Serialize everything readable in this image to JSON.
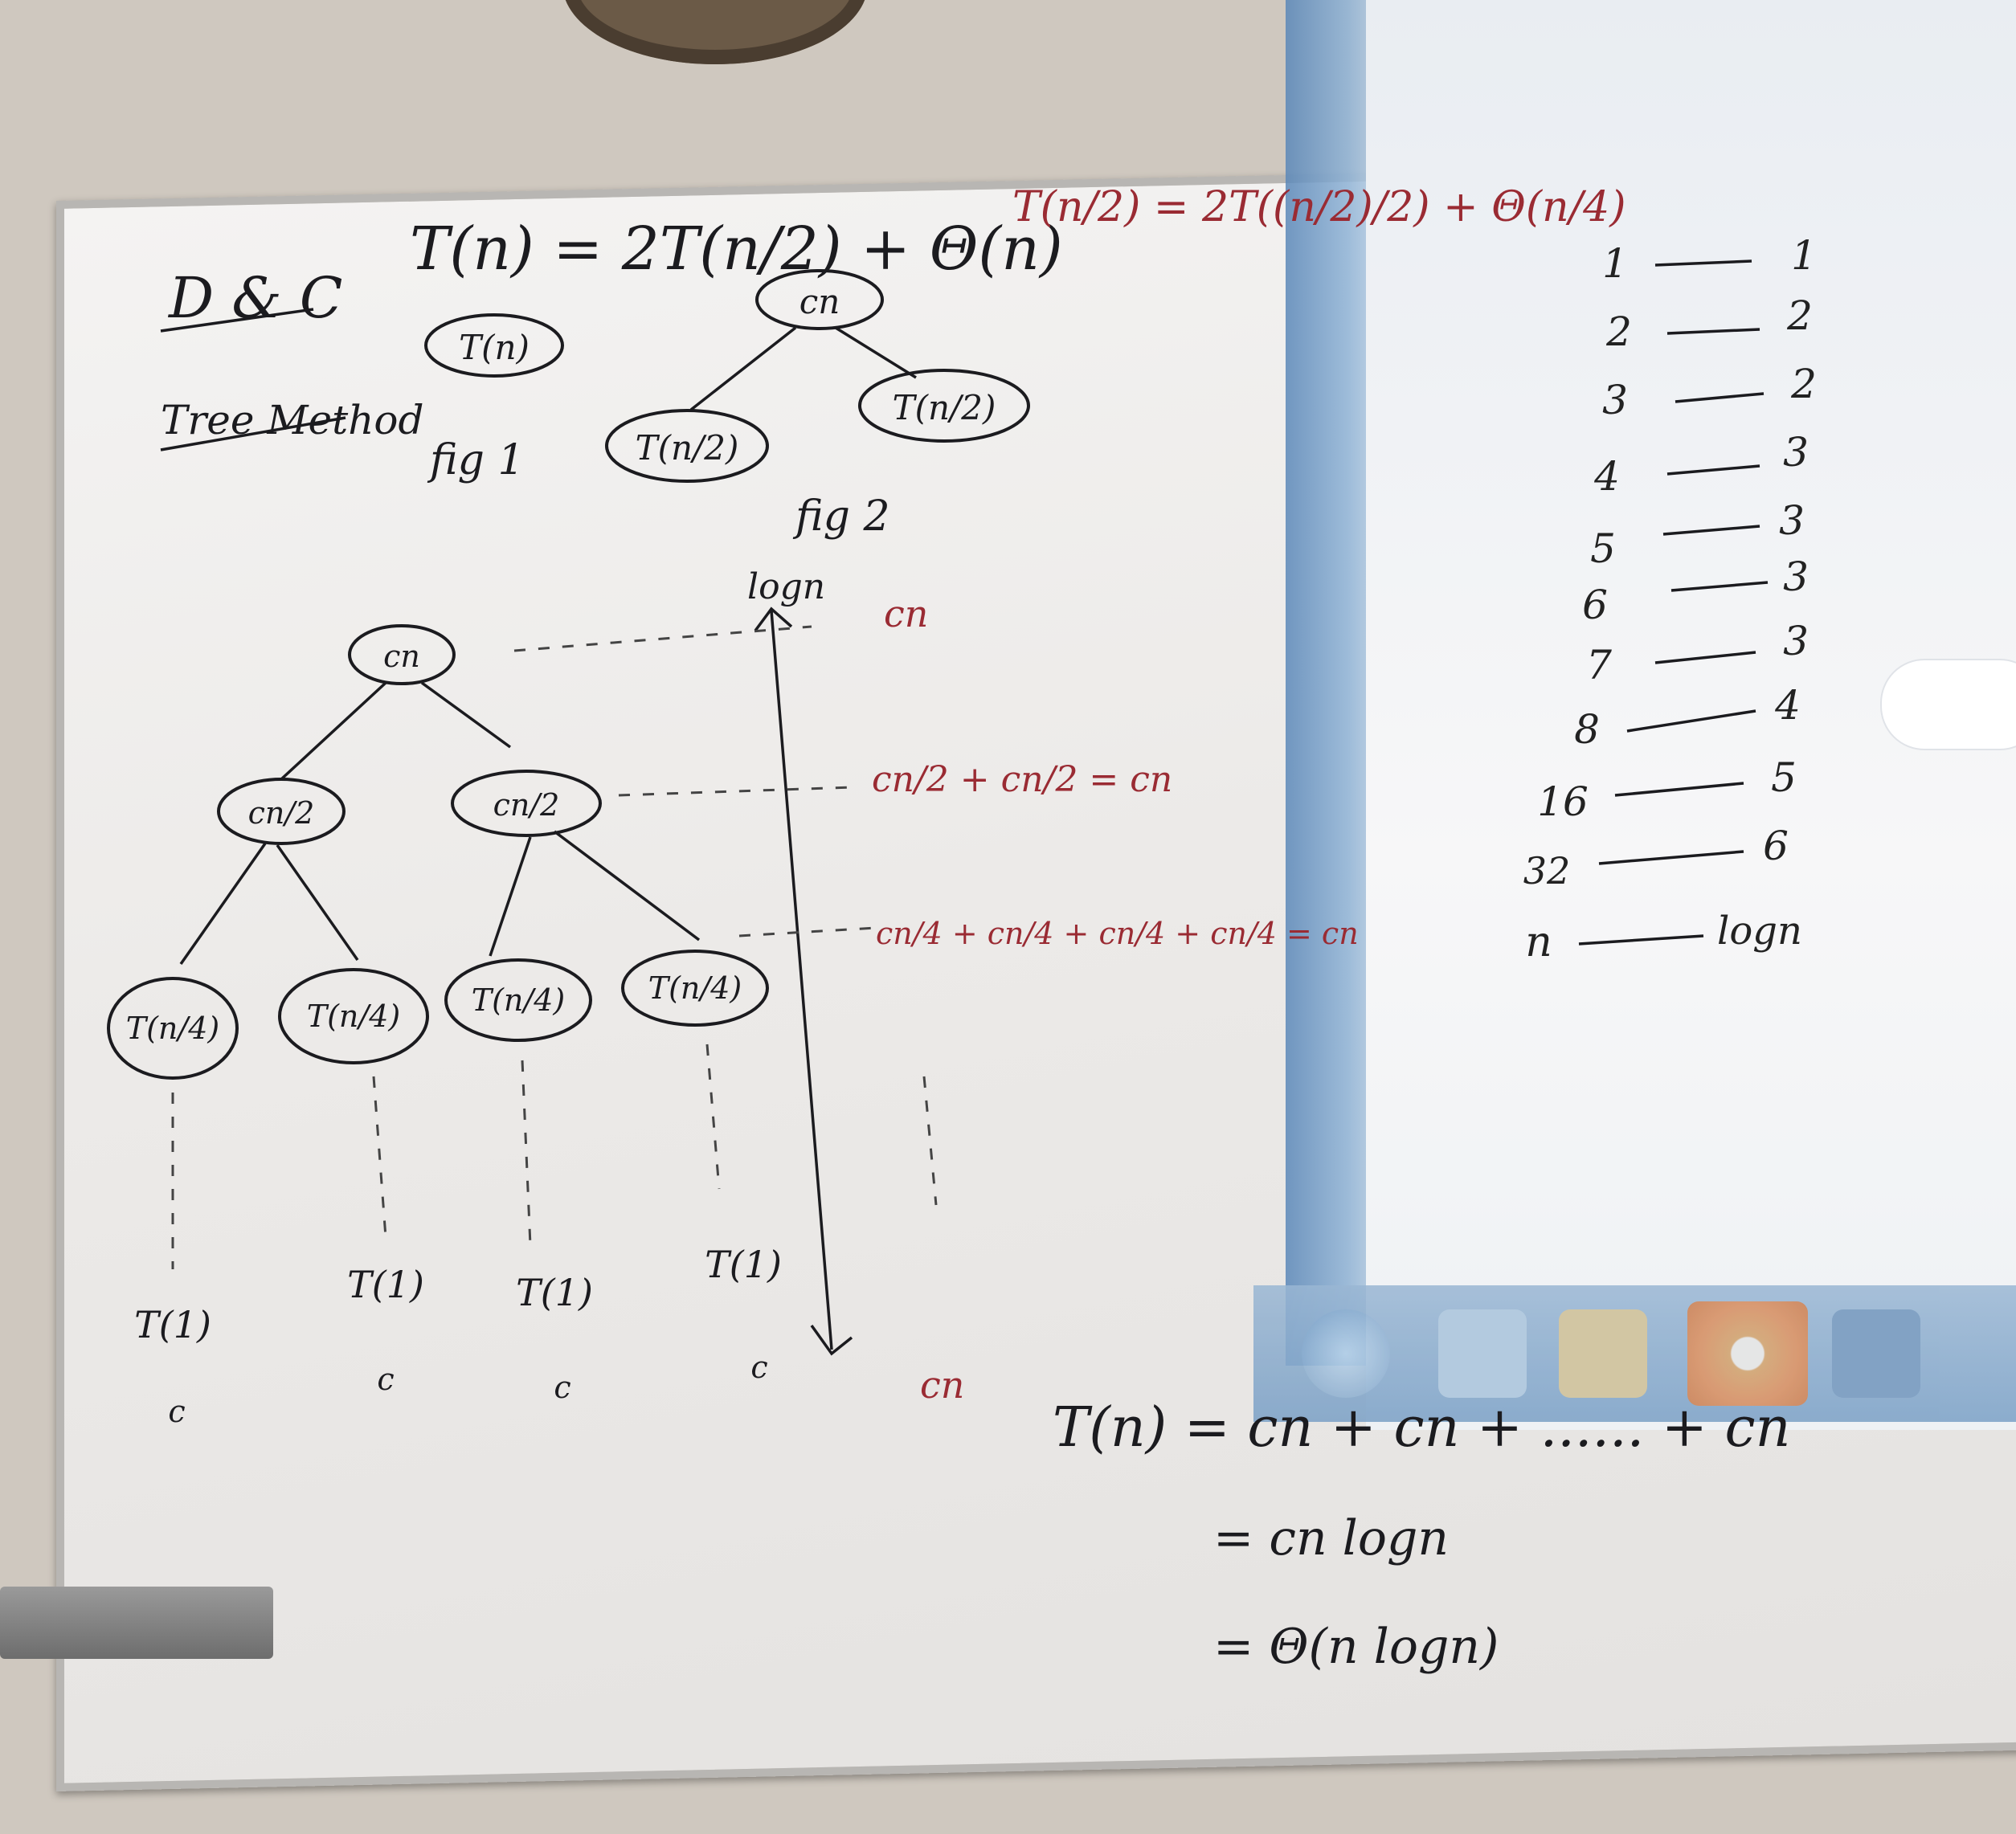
{
  "board": {
    "title": "D & C",
    "subtitle": "Tree Method",
    "recurrence": "T(n) = 2T(n/2) + Θ(n)",
    "sub_recurrence": "T(n/2) = 2T((n/2)/2) + Θ(n/4)",
    "fig1_label": "fig 1",
    "fig2_label": "fig 2",
    "fig1_node": "T(n)",
    "fig2_root": "cn",
    "fig2_left": "T(n/2)",
    "fig2_right": "T(n/2)",
    "tree": {
      "root": "cn",
      "level1": [
        "cn/2",
        "cn/2"
      ],
      "level2": [
        "T(n/4)",
        "T(n/4)",
        "T(n/4)",
        "T(n/4)"
      ],
      "leaves": [
        "T(1)",
        "T(1)",
        "T(1)",
        "T(1)"
      ],
      "leaf_cost": [
        "c",
        "c",
        "c",
        "c"
      ]
    },
    "height_label": "logn",
    "level_costs": [
      "cn",
      "cn/2 + cn/2 = cn",
      "cn/4 + cn/4 + cn/4 + cn/4 = cn",
      "cn"
    ],
    "total": [
      "T(n) = cn + cn + ...... + cn",
      "= cn logn",
      "= Θ(n logn)"
    ],
    "table": {
      "rows": [
        {
          "n": "1",
          "levels": "1"
        },
        {
          "n": "2",
          "levels": "2"
        },
        {
          "n": "3",
          "levels": "2"
        },
        {
          "n": "4",
          "levels": "3"
        },
        {
          "n": "5",
          "levels": "3"
        },
        {
          "n": "6",
          "levels": "3"
        },
        {
          "n": "7",
          "levels": "3"
        },
        {
          "n": "8",
          "levels": "4"
        },
        {
          "n": "16",
          "levels": "5"
        },
        {
          "n": "32",
          "levels": "6"
        },
        {
          "n": "n",
          "levels": "logn"
        }
      ]
    }
  },
  "colors": {
    "ink_black": "#1b1b1f",
    "ink_red": "#9a2b33",
    "board": "#eceae8"
  }
}
